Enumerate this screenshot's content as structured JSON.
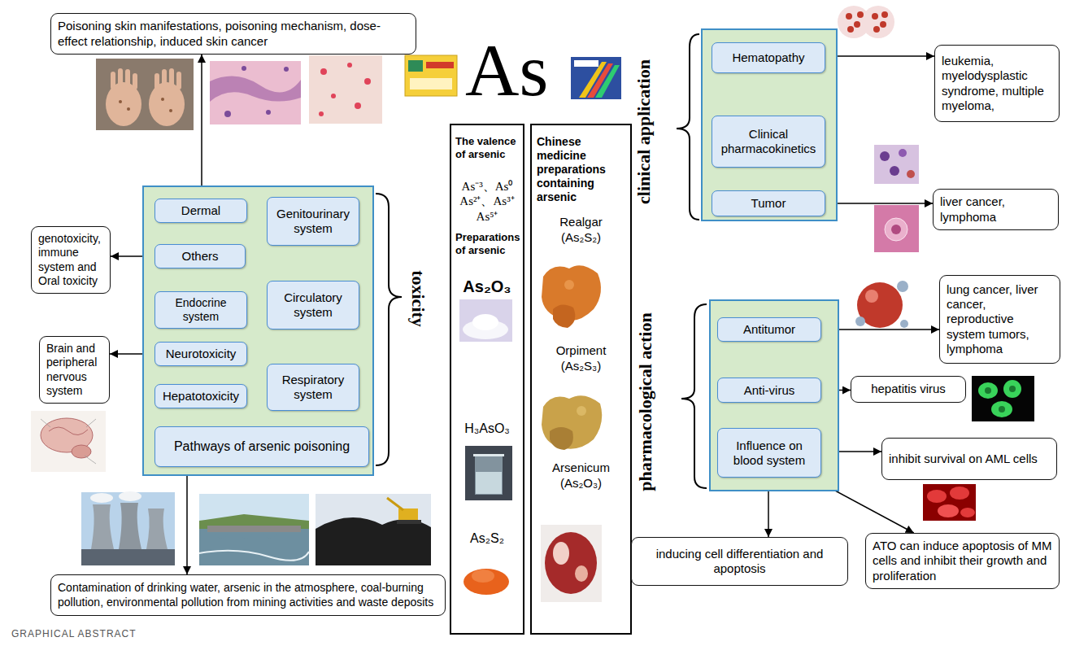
{
  "diagram": {
    "nodes": [
      {
        "text": [
          "Poisoning skin manifestations, poisoning mechanism, dose-effect relationship, induced skin cancer"
        ]
      },
      {
        "text": [
          "toxicity"
        ]
      },
      {
        "text": [
          "Dermal"
        ],
        "in": 1
      },
      {
        "text": [
          "Genitourinary system"
        ],
        "in": 1
      },
      {
        "text": [
          "Others"
        ],
        "in": 1
      },
      {
        "text": [
          "Endocrine system"
        ],
        "in": 1
      },
      {
        "text": [
          "Circulatory system"
        ],
        "in": 1
      },
      {
        "text": [
          "Neurotoxicity"
        ],
        "in": 1
      },
      {
        "text": [
          "Respiratory system"
        ],
        "in": 1
      },
      {
        "text": [
          "Hepatotoxicity"
        ],
        "in": 1
      },
      {
        "text": [
          "Pathways of arsenic poisoning"
        ],
        "in": 1
      },
      {
        "text": [
          "genotoxicity, immune system and Oral toxicity"
        ]
      },
      {
        "text": [
          "Brain and peripheral nervous system"
        ]
      },
      {
        "text": [
          "Contamination of drinking water, arsenic in the atmosphere, coal-burning pollution, environmental pollution from mining activities and waste deposits"
        ]
      },
      {
        "text": [
          "The valence of arsenic",
          "As⁻³、As⁰ As²⁺、As³⁺ As⁵⁺",
          "Preparations of arsenic",
          "As₂O₃",
          "H₃AsO₃",
          "As₂S₂"
        ]
      },
      {
        "text": [
          "Chinese medicine preparations containing arsenic",
          "Realgar (As₂S₂)",
          "Orpiment (As₂S₃)",
          "Arsenicum (As₂O₃)"
        ]
      },
      {
        "text": [
          "clinical application"
        ]
      },
      {
        "text": [
          "Hematopathy"
        ],
        "in": 16
      },
      {
        "text": [
          "Clinical pharmacokinetics"
        ],
        "in": 16
      },
      {
        "text": [
          "Tumor"
        ],
        "in": 16
      },
      {
        "text": [
          "leukemia, myelodysplastic syndrome, multiple myeloma,"
        ]
      },
      {
        "text": [
          "liver cancer, lymphoma"
        ]
      },
      {
        "text": [
          "pharmacological action"
        ]
      },
      {
        "text": [
          "Antitumor"
        ],
        "in": 22
      },
      {
        "text": [
          "Anti-virus"
        ],
        "in": 22
      },
      {
        "text": [
          "Influence on blood system"
        ],
        "in": 22
      },
      {
        "text": [
          "lung cancer, liver cancer, reproductive system tumors, lymphoma"
        ]
      },
      {
        "text": [
          "hepatitis virus"
        ]
      },
      {
        "text": [
          "inhibit survival on AML cells"
        ]
      },
      {
        "text": [
          "inducing cell differentiation and apoptosis"
        ]
      },
      {
        "text": [
          "ATO can induce apoptosis of MM cells and inhibit their growth and proliferation"
        ]
      }
    ],
    "edges": [
      {
        "from": 2,
        "to": 0,
        "arrow": "to"
      },
      {
        "from": 4,
        "to": 11,
        "arrow": "to"
      },
      {
        "from": 7,
        "to": 12,
        "arrow": "to"
      },
      {
        "from": 10,
        "to": 13,
        "arrow": "to"
      },
      {
        "from": 17,
        "to": 20,
        "arrow": "to"
      },
      {
        "from": 19,
        "to": 21,
        "arrow": "to"
      },
      {
        "from": 23,
        "to": 26,
        "arrow": "to"
      },
      {
        "from": 24,
        "to": 27,
        "arrow": "to"
      },
      {
        "from": 25,
        "to": 28,
        "arrow": "to"
      },
      {
        "from": 25,
        "to": 29,
        "arrow": "to"
      },
      {
        "from": 25,
        "to": 30,
        "arrow": "to"
      }
    ],
    "labels": [
      "As",
      "GRAPHICAL ABSTRACT"
    ]
  }
}
